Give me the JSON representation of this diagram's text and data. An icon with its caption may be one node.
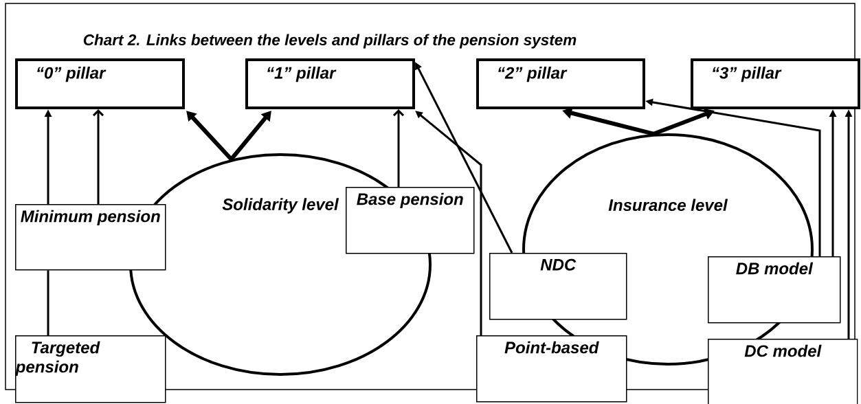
{
  "diagram": {
    "title": "Chart 2.  Links between the levels and pillars of the pension system",
    "nodes": [
      {
        "text": [
          "“0” pillar"
        ]
      },
      {
        "text": [
          "“1” pillar"
        ]
      },
      {
        "text": [
          "“2” pillar"
        ]
      },
      {
        "text": [
          "“3” pillar"
        ]
      },
      {
        "text": [
          "Solidarity level"
        ]
      },
      {
        "text": [
          "Insurance level"
        ]
      },
      {
        "text": [
          "Minimum pension"
        ]
      },
      {
        "text": [
          "Base pension"
        ]
      },
      {
        "text": [
          "NDC"
        ]
      },
      {
        "text": [
          "DB model"
        ]
      },
      {
        "text": [
          "Targeted pension"
        ]
      },
      {
        "text": [
          "Point-based"
        ]
      },
      {
        "text": [
          "DC model"
        ]
      }
    ],
    "edges": [
      {
        "from": 6,
        "to": 0,
        "arrow": "to"
      },
      {
        "from": 6,
        "to": 0,
        "arrow": "to"
      },
      {
        "from": 10,
        "to": 6,
        "arrow": "none"
      },
      {
        "from": 4,
        "to": 0,
        "arrow": "to",
        "style": "thick"
      },
      {
        "from": 4,
        "to": 1,
        "arrow": "to",
        "style": "thick"
      },
      {
        "from": 7,
        "to": 1,
        "arrow": "to"
      },
      {
        "from": 8,
        "to": 1,
        "arrow": "to"
      },
      {
        "from": 11,
        "to": 1,
        "arrow": "to"
      },
      {
        "from": 5,
        "to": 2,
        "arrow": "to",
        "style": "thick"
      },
      {
        "from": 5,
        "to": 3,
        "arrow": "to",
        "style": "thick"
      },
      {
        "from": 9,
        "to": 2,
        "arrow": "to"
      },
      {
        "from": 9,
        "to": 3,
        "arrow": "to"
      },
      {
        "from": 12,
        "to": 3,
        "arrow": "to"
      }
    ]
  }
}
